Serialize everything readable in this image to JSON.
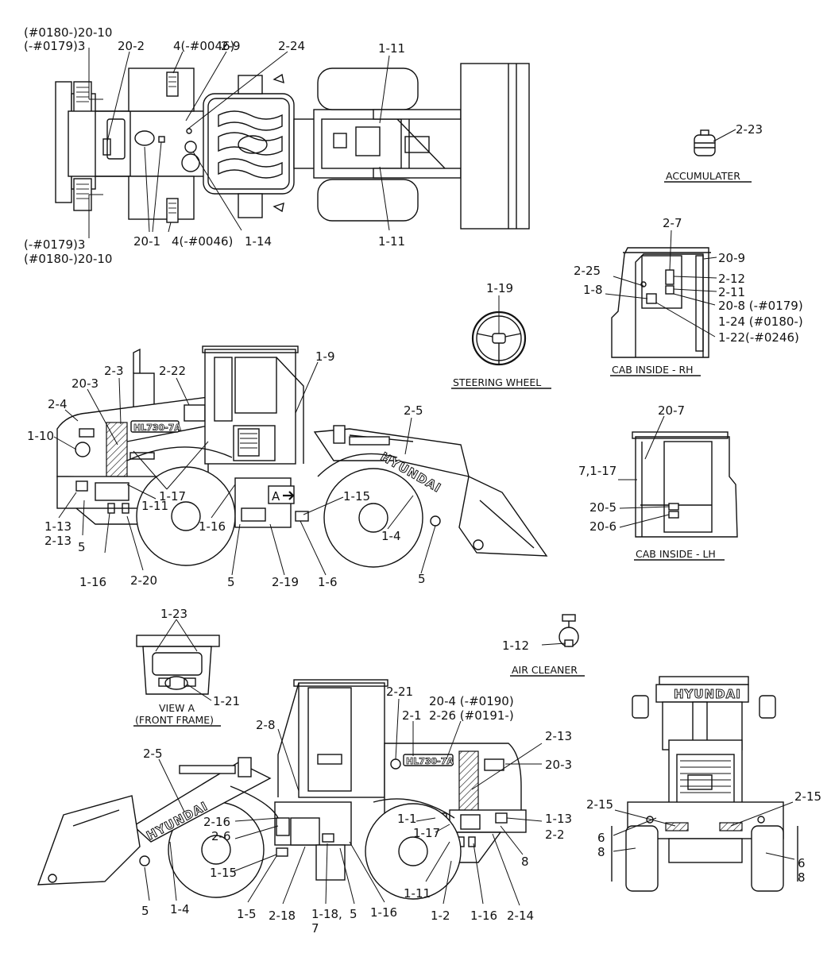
{
  "views": {
    "top": {
      "callouts": [
        "(#0180-)20-10",
        "(-#0179)3",
        "20-2",
        "4(-#0046)",
        "2-9",
        "2-24",
        "1-11",
        "(-#0179)3",
        "(#0180-)20-10",
        "20-1",
        "4(-#0046)",
        "1-14",
        "1-11"
      ]
    },
    "accumulater": {
      "caption": "ACCUMULATER",
      "callouts": [
        "2-23"
      ]
    },
    "cab_rh": {
      "caption": "CAB INSIDE - RH",
      "callouts": [
        "2-7",
        "20-9",
        "2-25",
        "2-12",
        "1-8",
        "2-11",
        "20-8 (-#0179)",
        "1-24 (#0180-)",
        "1-22(-#0246)"
      ]
    },
    "steering": {
      "caption": "STEERING WHEEL",
      "callouts": [
        "1-19"
      ]
    },
    "side_left": {
      "logo": "HYUNDAI",
      "model": "HL730-7A",
      "a_marker": "A",
      "callouts": [
        "2-3",
        "2-22",
        "1-9",
        "20-3",
        "2-4",
        "2-5",
        "1-10",
        "1-15",
        "1-17",
        "1-11",
        "1-16",
        "1-13",
        "2-13",
        "5",
        "1-4",
        "1-16",
        "2-20",
        "5",
        "2-19",
        "1-6",
        "5"
      ]
    },
    "cab_lh": {
      "caption": "CAB INSIDE - LH",
      "callouts": [
        "20-7",
        "7,1-17",
        "20-5",
        "20-6"
      ]
    },
    "view_a": {
      "caption_line1": "VIEW A",
      "caption_line2": "(FRONT FRAME)",
      "callouts": [
        "1-23",
        "1-21"
      ]
    },
    "air_cleaner": {
      "caption": "AIR CLEANER",
      "callouts": [
        "1-12"
      ]
    },
    "side_right": {
      "logo": "HYUNDAI",
      "model": "HL730-7A",
      "callouts": [
        "2-21",
        "20-4 (-#0190)",
        "2-26 (#0191-)",
        "2-1",
        "2-13",
        "2-8",
        "2-5",
        "20-3",
        "2-16",
        "1-1",
        "1-13",
        "2-6",
        "1-17",
        "2-2",
        "8",
        "1-15",
        "1-11",
        "5",
        "1-4",
        "1-5",
        "2-18",
        "1-18,",
        "7",
        "5",
        "1-16",
        "1-2",
        "1-16",
        "2-14"
      ]
    },
    "rear": {
      "logo": "HYUNDAI",
      "callouts": [
        "2-15",
        "2-15",
        "6",
        "8",
        "6",
        "8"
      ]
    }
  }
}
